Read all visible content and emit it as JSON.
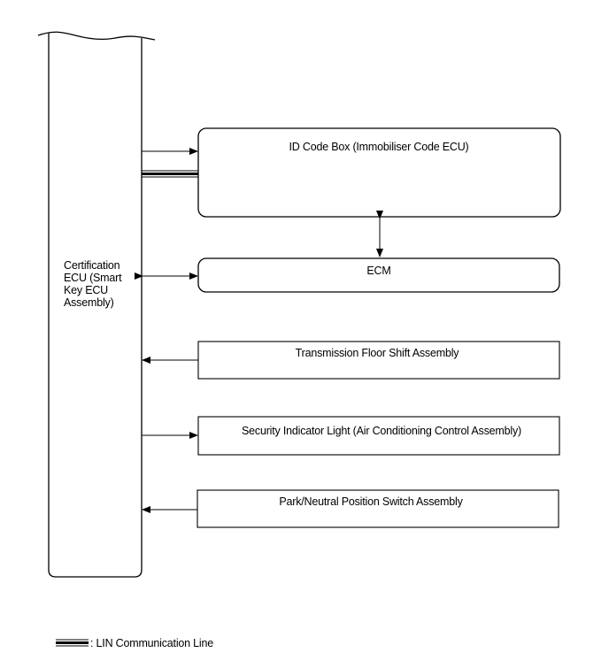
{
  "left_unit": {
    "label": "Certification\nECU (Smart\nKey ECU\nAssembly)"
  },
  "components": {
    "id_code_box": "ID Code Box (Immobiliser Code ECU)",
    "ecm": "ECM",
    "transmission": "Transmission Floor Shift Assembly",
    "security_light": "Security Indicator Light (Air Conditioning Control Assembly)",
    "park_neutral": "Park/Neutral Position Switch Assembly"
  },
  "legend": {
    "text": ": LIN Communication Line"
  }
}
